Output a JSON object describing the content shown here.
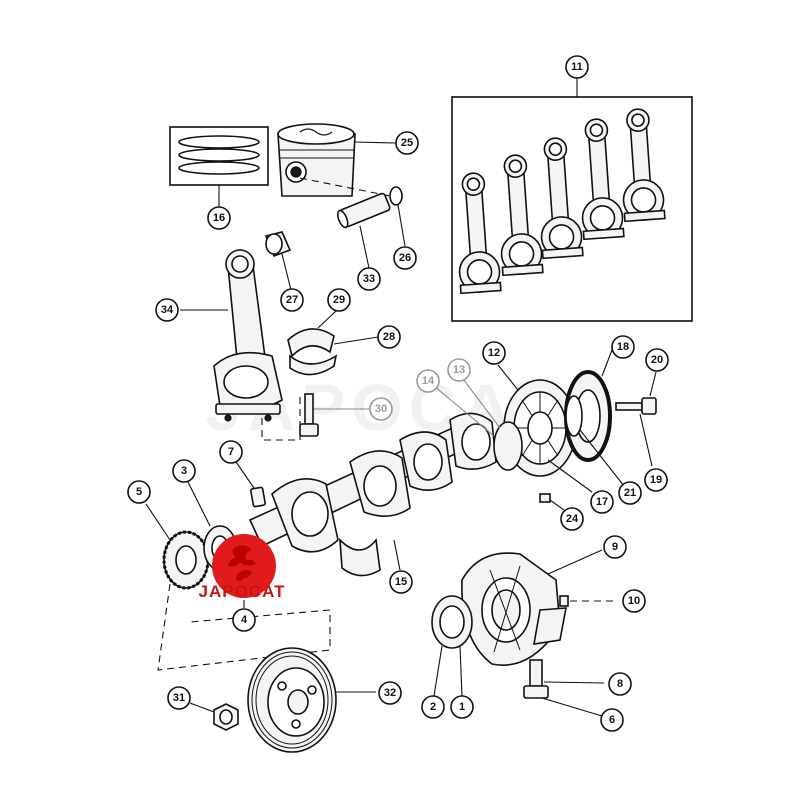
{
  "callouts": [
    {
      "id": "c1",
      "label": "1"
    },
    {
      "id": "c2",
      "label": "2"
    },
    {
      "id": "c3",
      "label": "3"
    },
    {
      "id": "c4",
      "label": "4"
    },
    {
      "id": "c5",
      "label": "5"
    },
    {
      "id": "c6",
      "label": "6"
    },
    {
      "id": "c7",
      "label": "7"
    },
    {
      "id": "c8",
      "label": "8"
    },
    {
      "id": "c9",
      "label": "9"
    },
    {
      "id": "c10",
      "label": "10"
    },
    {
      "id": "c11",
      "label": "11"
    },
    {
      "id": "c12",
      "label": "12"
    },
    {
      "id": "c13",
      "label": "13"
    },
    {
      "id": "c14",
      "label": "14"
    },
    {
      "id": "c15",
      "label": "15"
    },
    {
      "id": "c16",
      "label": "16"
    },
    {
      "id": "c17",
      "label": "17"
    },
    {
      "id": "c18",
      "label": "18"
    },
    {
      "id": "c19",
      "label": "19"
    },
    {
      "id": "c20",
      "label": "20"
    },
    {
      "id": "c21",
      "label": "21"
    },
    {
      "id": "c24",
      "label": "24"
    },
    {
      "id": "c25",
      "label": "25"
    },
    {
      "id": "c26",
      "label": "26"
    },
    {
      "id": "c27",
      "label": "27"
    },
    {
      "id": "c28",
      "label": "28"
    },
    {
      "id": "c29",
      "label": "29"
    },
    {
      "id": "c30",
      "label": "30"
    },
    {
      "id": "c31",
      "label": "31"
    },
    {
      "id": "c32",
      "label": "32"
    },
    {
      "id": "c33",
      "label": "33"
    },
    {
      "id": "c34",
      "label": "34"
    }
  ],
  "watermark": {
    "text": "JAPOCAT"
  },
  "logo": {
    "text": "JAPOCAT",
    "color": "#e11b1b"
  }
}
